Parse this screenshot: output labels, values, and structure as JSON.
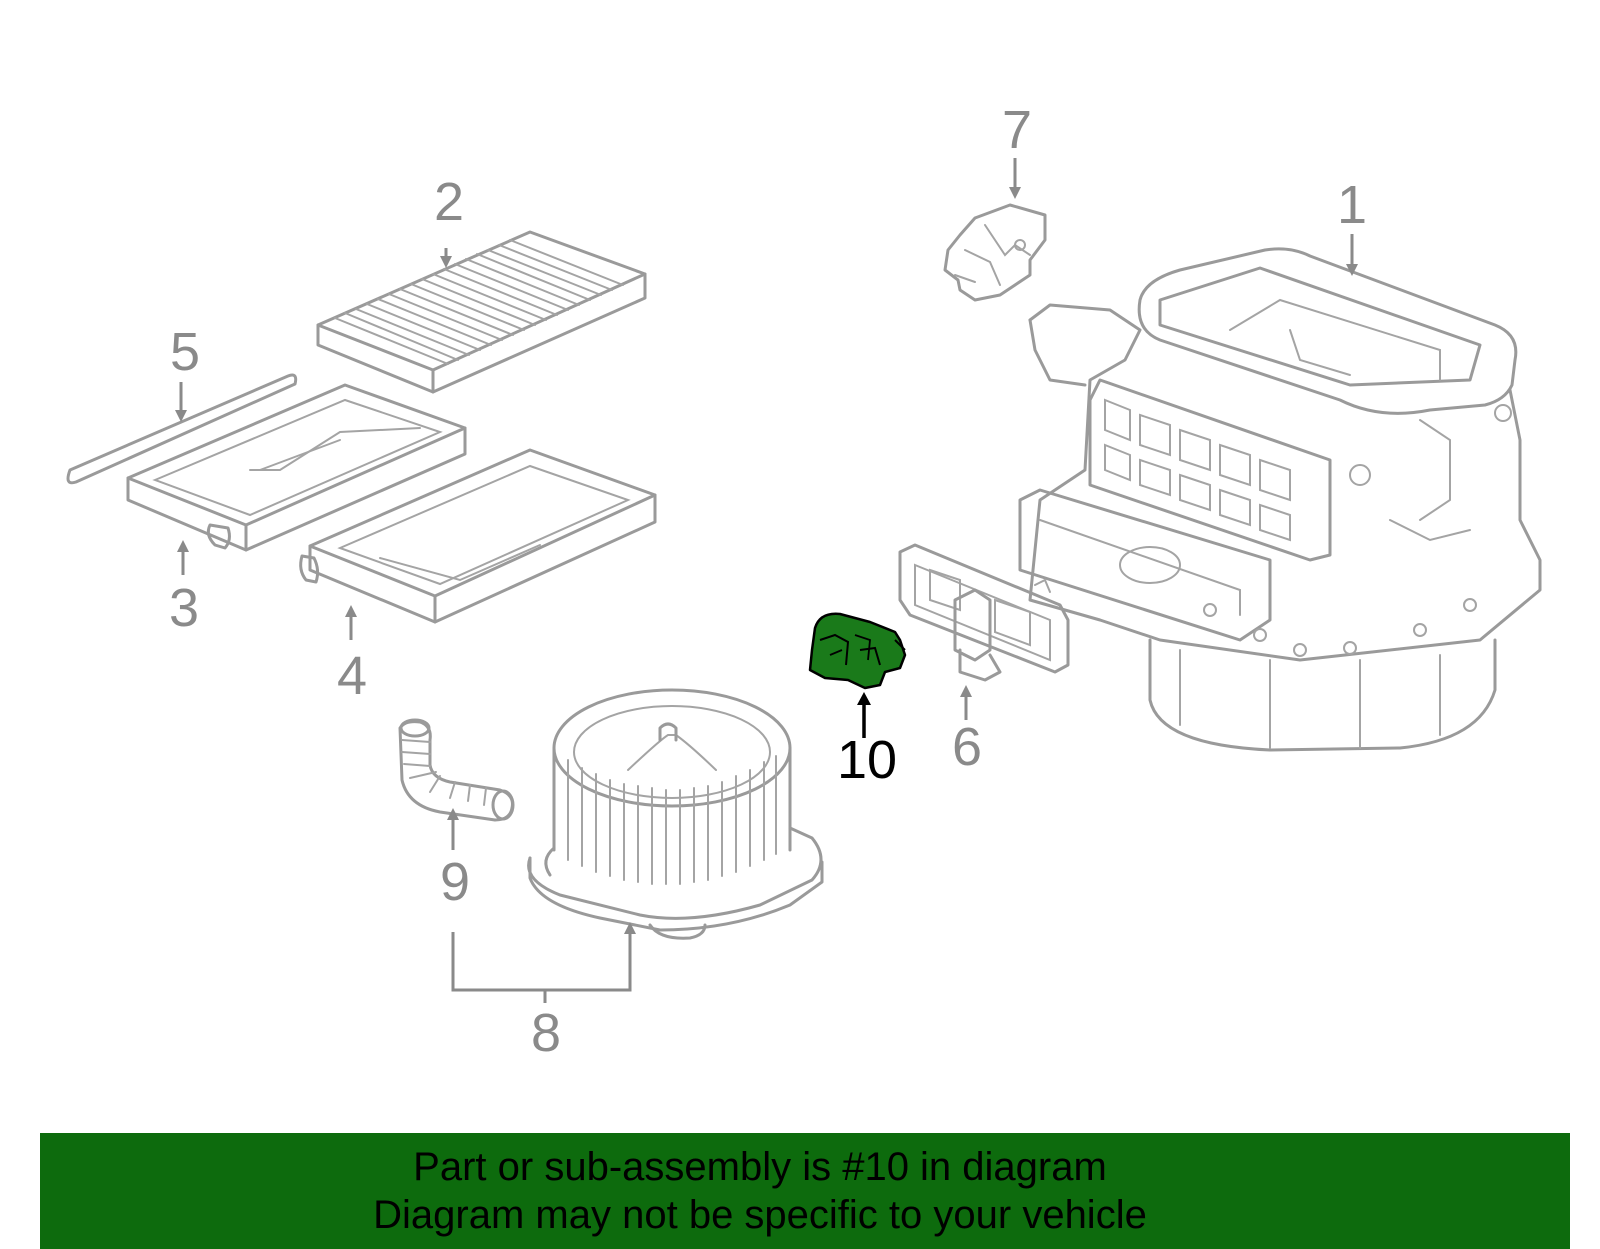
{
  "parts": [
    {
      "id": "label-1",
      "number": "1"
    },
    {
      "id": "label-2",
      "number": "2"
    },
    {
      "id": "label-3",
      "number": "3"
    },
    {
      "id": "label-4",
      "number": "4"
    },
    {
      "id": "label-5",
      "number": "5"
    },
    {
      "id": "label-6",
      "number": "6"
    },
    {
      "id": "label-7",
      "number": "7"
    },
    {
      "id": "label-8",
      "number": "8"
    },
    {
      "id": "label-9",
      "number": "9"
    },
    {
      "id": "label-10",
      "number": "10"
    }
  ],
  "highlighted_part": "10",
  "colors": {
    "highlight_fill": "#1a7a1a",
    "banner_background": "#0d6b0d",
    "line_art": "#9a9a9a",
    "label_text": "#8a8a8a"
  },
  "banner": {
    "line1": "Part or sub-assembly is #10 in diagram",
    "line2": "Diagram may not be specific to your vehicle"
  }
}
